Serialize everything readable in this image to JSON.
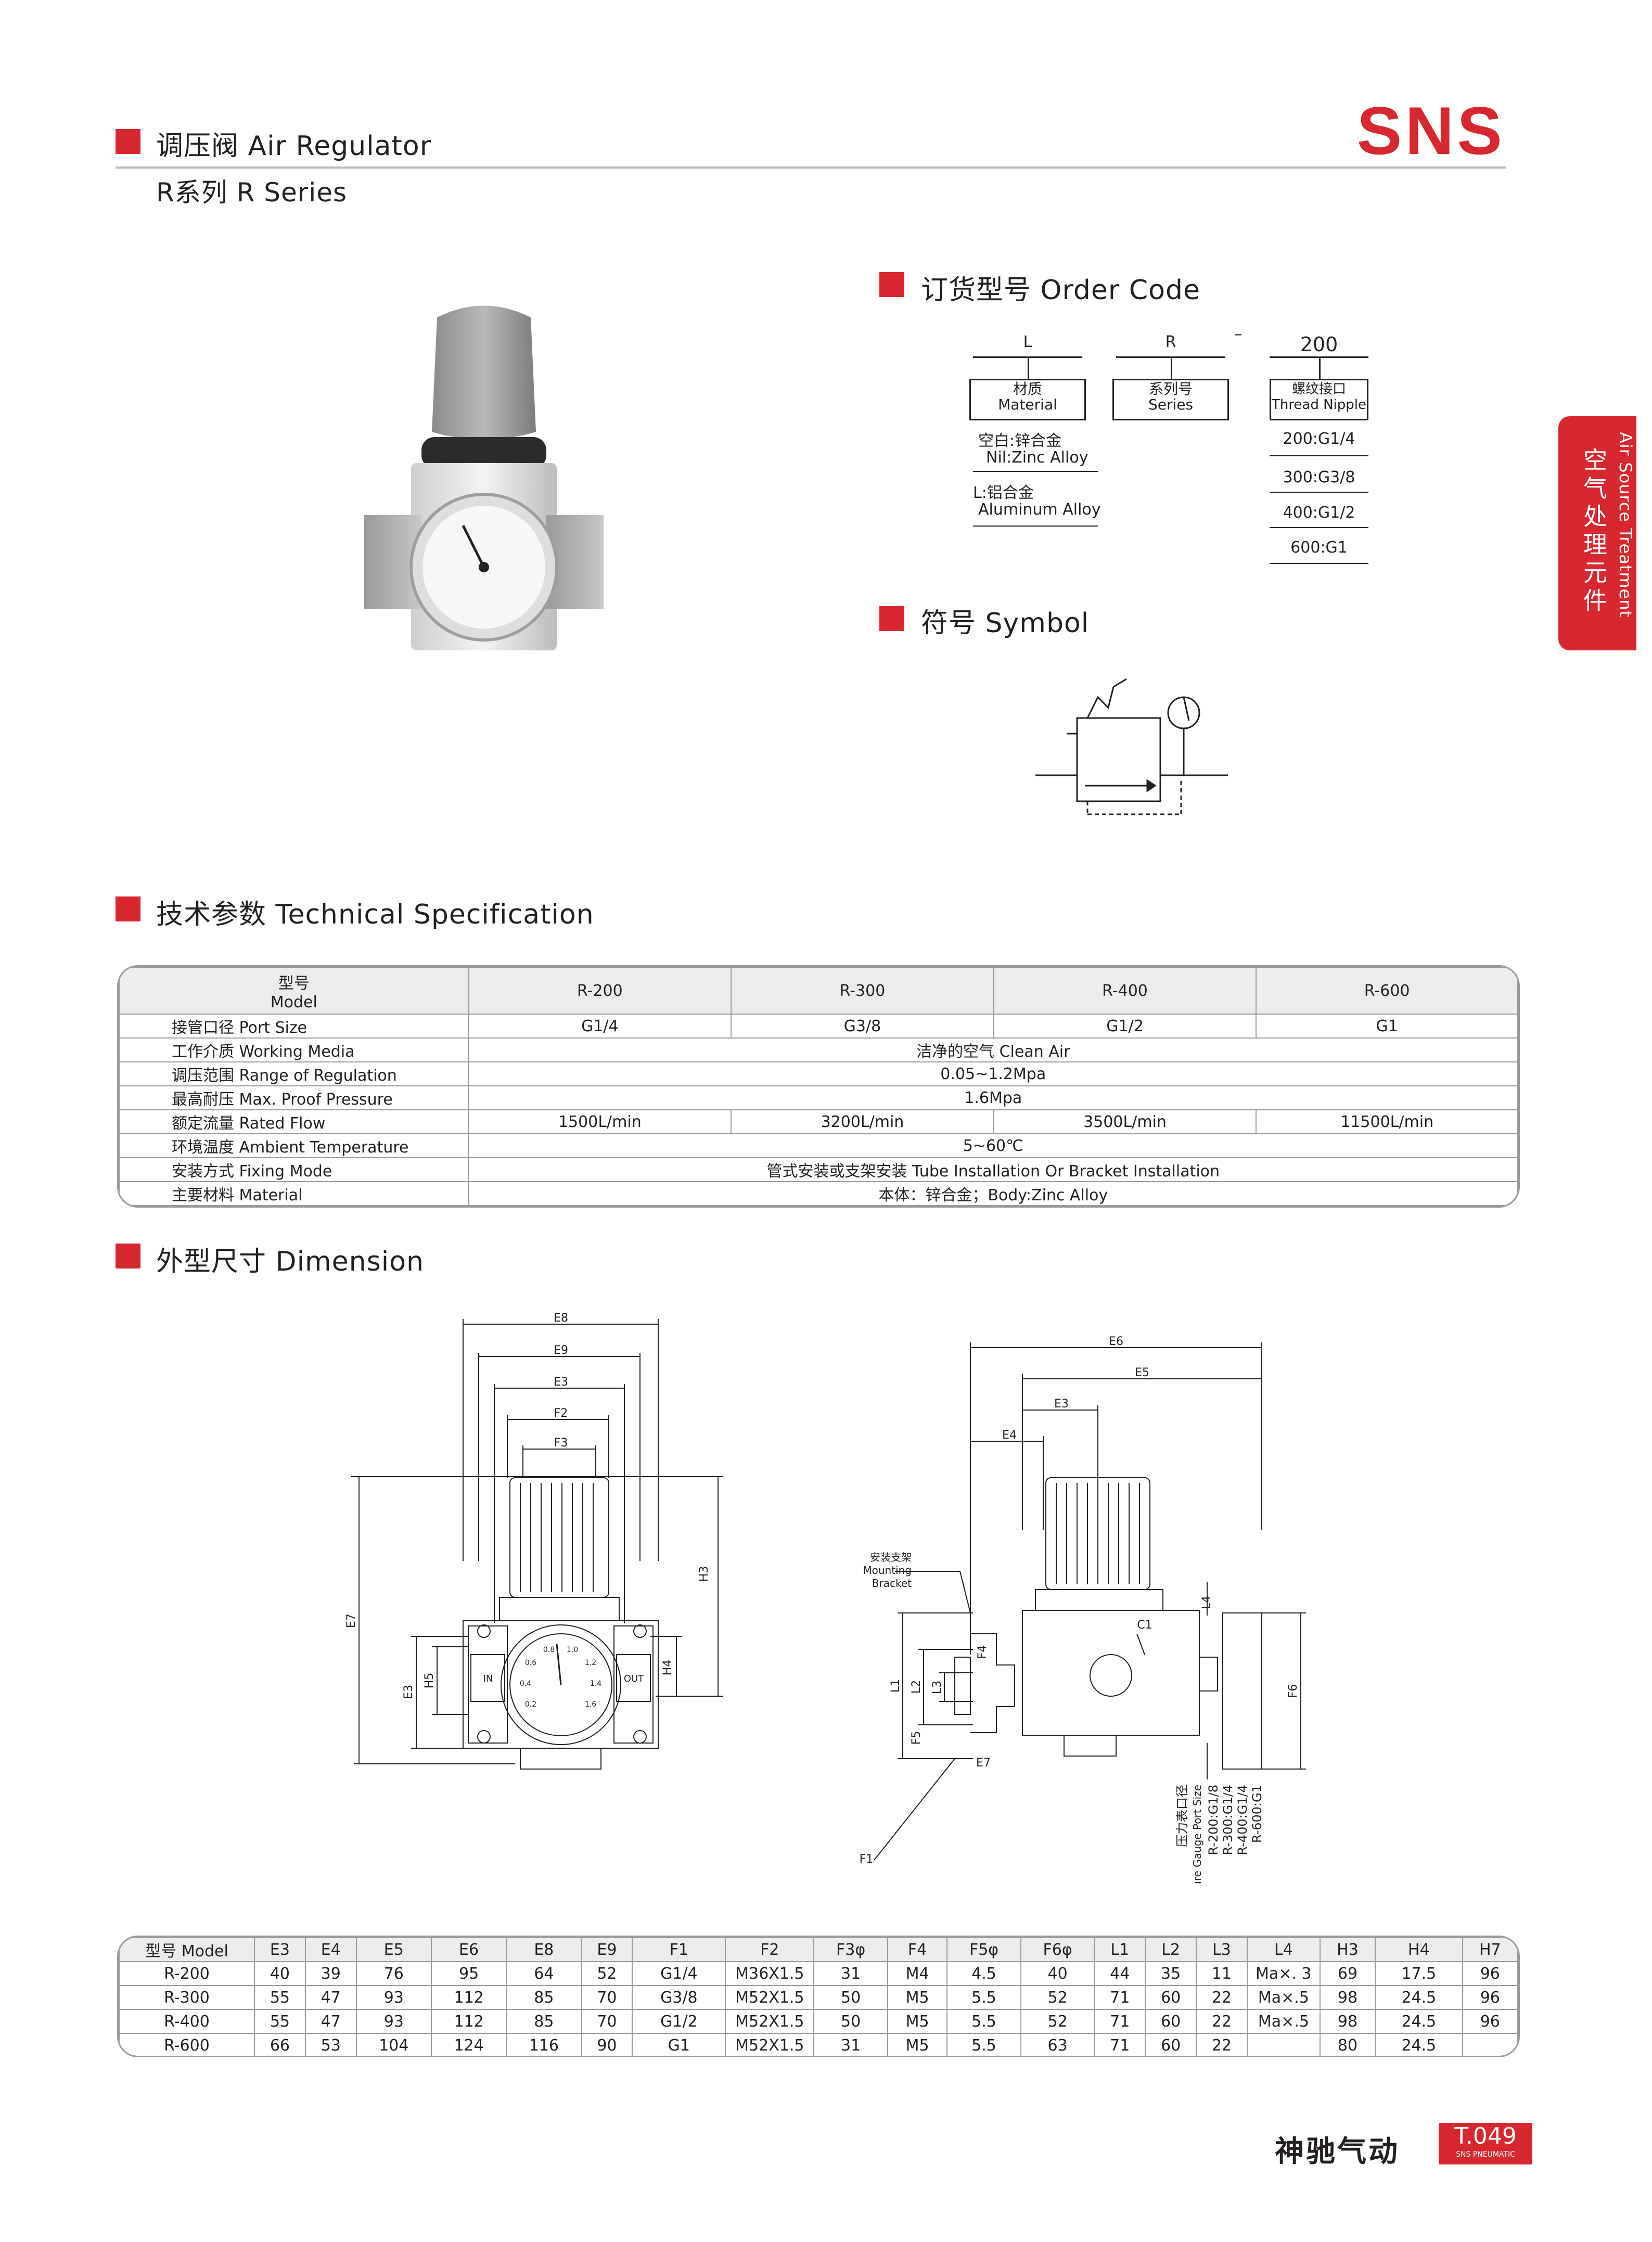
{
  "header": {
    "title": "调压阀 Air Regulator",
    "subtitle": "R系列 R Series",
    "logo": "SNS"
  },
  "side_tab": {
    "english": "Air Source Treatment",
    "chinese": "空气处理元件"
  },
  "order_code": {
    "heading": "订货型号 Order Code",
    "top_labels": [
      "L",
      "R",
      "200"
    ],
    "dash": "–",
    "boxes": [
      {
        "cn": "材质",
        "en": "Material"
      },
      {
        "cn": "系列号",
        "en": "Series"
      },
      {
        "cn": "螺纹接口",
        "en": "Thread Nipple"
      }
    ],
    "material_options": [
      {
        "cn": "空白:锌合金",
        "en": "Nil:Zinc  Alloy"
      },
      {
        "cn": "L:铝合金",
        "en": "Aluminum  Alloy"
      }
    ],
    "thread_options": [
      "200:G1/4",
      "300:G3/8",
      "400:G1/2",
      "600:G1"
    ]
  },
  "symbol": {
    "heading": "符号 Symbol"
  },
  "spec": {
    "heading": "技术参数 Technical Specification",
    "model_cn": "型号",
    "model_en": "Model",
    "models": [
      "R-200",
      "R-300",
      "R-400",
      "R-600"
    ],
    "rows": [
      {
        "label": "接管口径 Port  Size",
        "values": [
          "G1/4",
          "G3/8",
          "G1/2",
          "G1"
        ]
      },
      {
        "label": "工作介质 Working Media",
        "merged": "洁净的空气 Clean Air"
      },
      {
        "label": "调压范围 Range of Regulation",
        "merged": "0.05~1.2Mpa"
      },
      {
        "label": "最高耐压 Max. Proof Pressure",
        "merged": "1.6Mpa"
      },
      {
        "label": "额定流量 Rated Flow",
        "values": [
          "1500L/min",
          "3200L/min",
          "3500L/min",
          "11500L/min"
        ]
      },
      {
        "label": "环境温度 Ambient Temperature",
        "merged": "5~60℃"
      },
      {
        "label": "安装方式 Fixing Mode",
        "merged": "管式安装或支架安装  Tube Installation Or Bracket Installation"
      },
      {
        "label": "主要材料 Material",
        "merged": "本体：锌合金；Body:Zinc Alloy"
      }
    ]
  },
  "dimension": {
    "heading": "外型尺寸 Dimension",
    "front_labels": {
      "E8": "E8",
      "E9": "E9",
      "E3": "E3",
      "F2": "F2",
      "F3": "F3",
      "H3": "H3",
      "H4": "H4",
      "H5": "H5",
      "E7": "E7",
      "E3v": "E3",
      "in": "IN",
      "out": "OUT"
    },
    "gauge_numbers": [
      "0.2",
      "0.4",
      "0.6",
      "0.8",
      "1.0",
      "1.2",
      "1.4",
      "1.6"
    ],
    "side_labels": {
      "E6": "E6",
      "E5": "E5",
      "E3": "E3",
      "E4": "E4",
      "L4": "L4",
      "C1": "C1",
      "F4": "F4",
      "L1": "L1",
      "L2": "L2",
      "L3": "L3",
      "F5": "F5",
      "E7": "E7",
      "F1": "F1",
      "F6": "F6"
    },
    "bracket_label": [
      "安装支架",
      "Mounting",
      "Bracket"
    ],
    "gauge_port": [
      "压力表口径",
      "Pressure Gauge Port Size",
      "R-200:G1/8",
      "R-300:G1/4",
      "R-400:G1/4",
      "R-600:G1"
    ],
    "table": {
      "headers": [
        "型号 Model",
        "E3",
        "E4",
        "E5",
        "E6",
        "E8",
        "E9",
        "F1",
        "F2",
        "F3φ",
        "F4",
        "F5φ",
        "F6φ",
        "L1",
        "L2",
        "L3",
        "L4",
        "H3",
        "H4",
        "H7"
      ],
      "rows": [
        [
          "R-200",
          "40",
          "39",
          "76",
          "95",
          "64",
          "52",
          "G1/4",
          "M36X1.5",
          "31",
          "M4",
          "4.5",
          "40",
          "44",
          "35",
          "11",
          "Ma×. 3",
          "69",
          "17.5",
          "96"
        ],
        [
          "R-300",
          "55",
          "47",
          "93",
          "112",
          "85",
          "70",
          "G3/8",
          "M52X1.5",
          "50",
          "M5",
          "5.5",
          "52",
          "71",
          "60",
          "22",
          "Ma×.5",
          "98",
          "24.5",
          "96"
        ],
        [
          "R-400",
          "55",
          "47",
          "93",
          "112",
          "85",
          "70",
          "G1/2",
          "M52X1.5",
          "50",
          "M5",
          "5.5",
          "52",
          "71",
          "60",
          "22",
          "Ma×.5",
          "98",
          "24.5",
          "96"
        ],
        [
          "R-600",
          "66",
          "53",
          "104",
          "124",
          "116",
          "90",
          "G1",
          "M52X1.5",
          "31",
          "M5",
          "5.5",
          "63",
          "71",
          "60",
          "22",
          "",
          "80",
          "24.5",
          ""
        ]
      ]
    }
  },
  "footer": {
    "brand_cn": "神驰气动",
    "page": "T.049",
    "page_sub": "SNS PNEUMATIC"
  },
  "colors": {
    "accent": "#d7282f",
    "text": "#231f20",
    "rule": "#bcbcbc"
  }
}
